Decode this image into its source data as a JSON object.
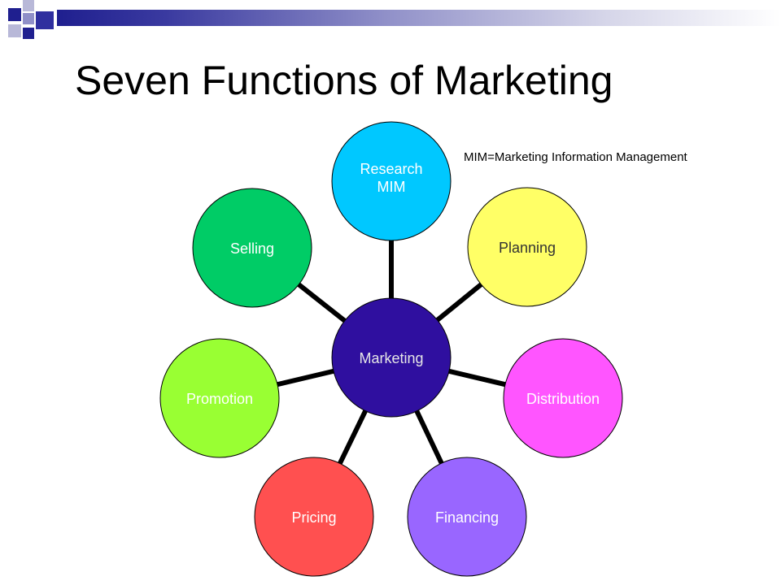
{
  "slide": {
    "title": "Seven Functions of Marketing",
    "note": "MIM=Marketing Information Management"
  },
  "diagram": {
    "center": {
      "label": "Marketing",
      "color": "#2f0f9f"
    },
    "nodes": [
      {
        "id": "research",
        "lines": [
          "Research",
          "MIM"
        ],
        "color": "#00c8ff"
      },
      {
        "id": "planning",
        "lines": [
          "Planning"
        ],
        "color": "#ffff66"
      },
      {
        "id": "distribution",
        "lines": [
          "Distribution"
        ],
        "color": "#ff55ff"
      },
      {
        "id": "financing",
        "lines": [
          "Financing"
        ],
        "color": "#9966ff"
      },
      {
        "id": "pricing",
        "lines": [
          "Pricing"
        ],
        "color": "#ff5050"
      },
      {
        "id": "promotion",
        "lines": [
          "Promotion"
        ],
        "color": "#99ff33"
      },
      {
        "id": "selling",
        "lines": [
          "Selling"
        ],
        "color": "#00cc66"
      }
    ]
  }
}
